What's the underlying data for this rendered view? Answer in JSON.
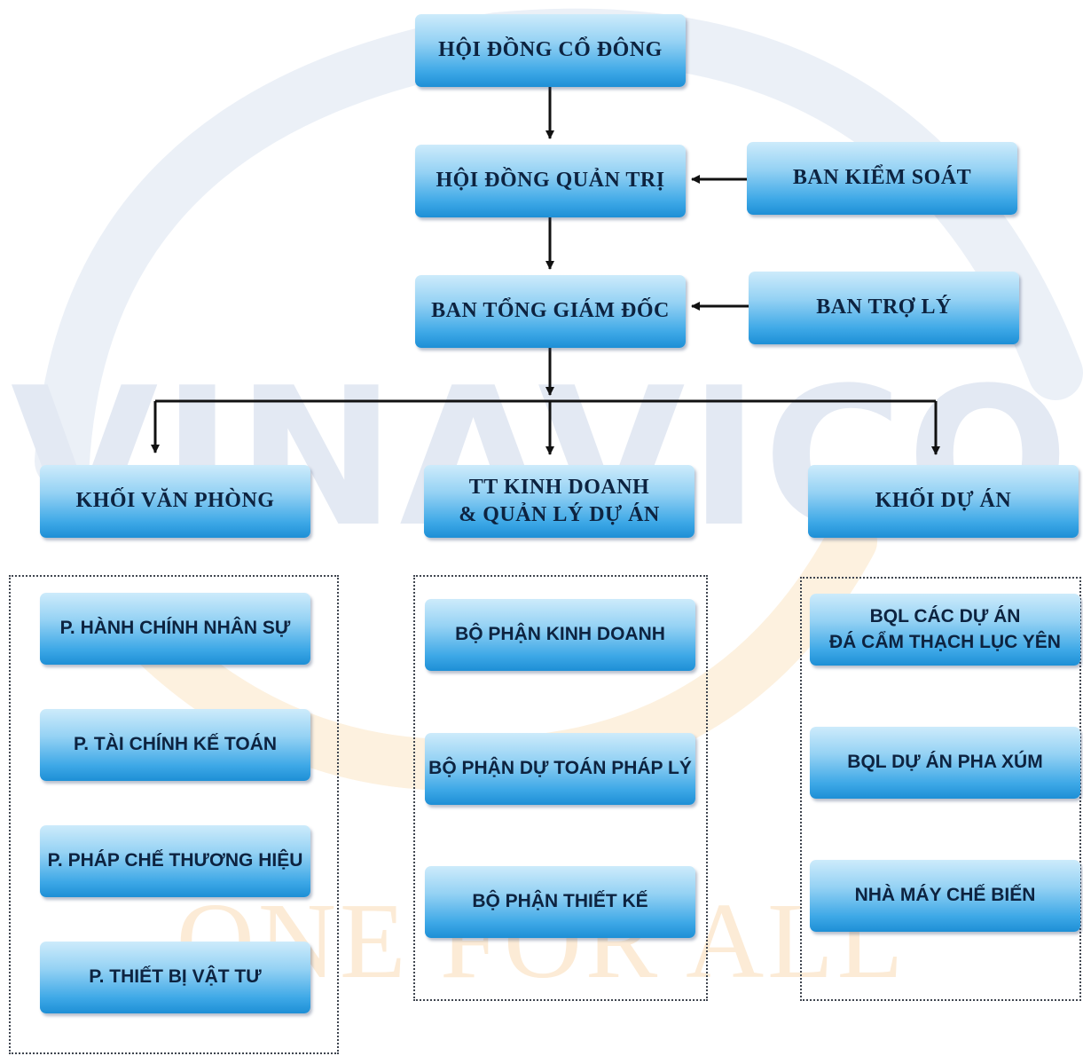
{
  "watermark": {
    "brand": "VINAVICO",
    "slogan": "ONE FOR ALL"
  },
  "colors": {
    "box_top": "#cdebfb",
    "box_bottom": "#1d8fd6",
    "text": "#0d2340",
    "arrow": "#111111",
    "watermark_arc_blue": "#e9eef6",
    "watermark_arc_orange": "#fdf0dc"
  },
  "top": {
    "shareholders": "HỘI ĐỒNG CỔ ĐÔNG",
    "board": "HỘI ĐỒNG QUẢN TRỊ",
    "supervisory": "BAN KIỂM SOÁT",
    "executive": "BAN TỔNG GIÁM ĐỐC",
    "assistants": "BAN TRỢ LÝ"
  },
  "divisions": {
    "office": {
      "title": "KHỐI VĂN PHÒNG",
      "units": [
        "P. HÀNH CHÍNH NHÂN SỰ",
        "P. TÀI CHÍNH KẾ TOÁN",
        "P. PHÁP CHẾ THƯƠNG HIỆU",
        "P. THIẾT BỊ VẬT TƯ"
      ]
    },
    "business": {
      "title_line1": "TT KINH DOANH",
      "title_line2": "& QUẢN LÝ DỰ ÁN",
      "units": [
        "BỘ PHẬN KINH DOANH",
        "BỘ PHẬN DỰ TOÁN PHÁP LÝ",
        "BỘ PHẬN THIẾT KẾ"
      ]
    },
    "projects": {
      "title": "KHỐI DỰ ÁN",
      "unit1_line1": "BQL CÁC DỰ ÁN",
      "unit1_line2": "ĐÁ CẨM THẠCH LỤC YÊN",
      "units": [
        "BQL DỰ ÁN PHA XÚM",
        "NHÀ MÁY CHẾ BIẾN"
      ]
    }
  }
}
